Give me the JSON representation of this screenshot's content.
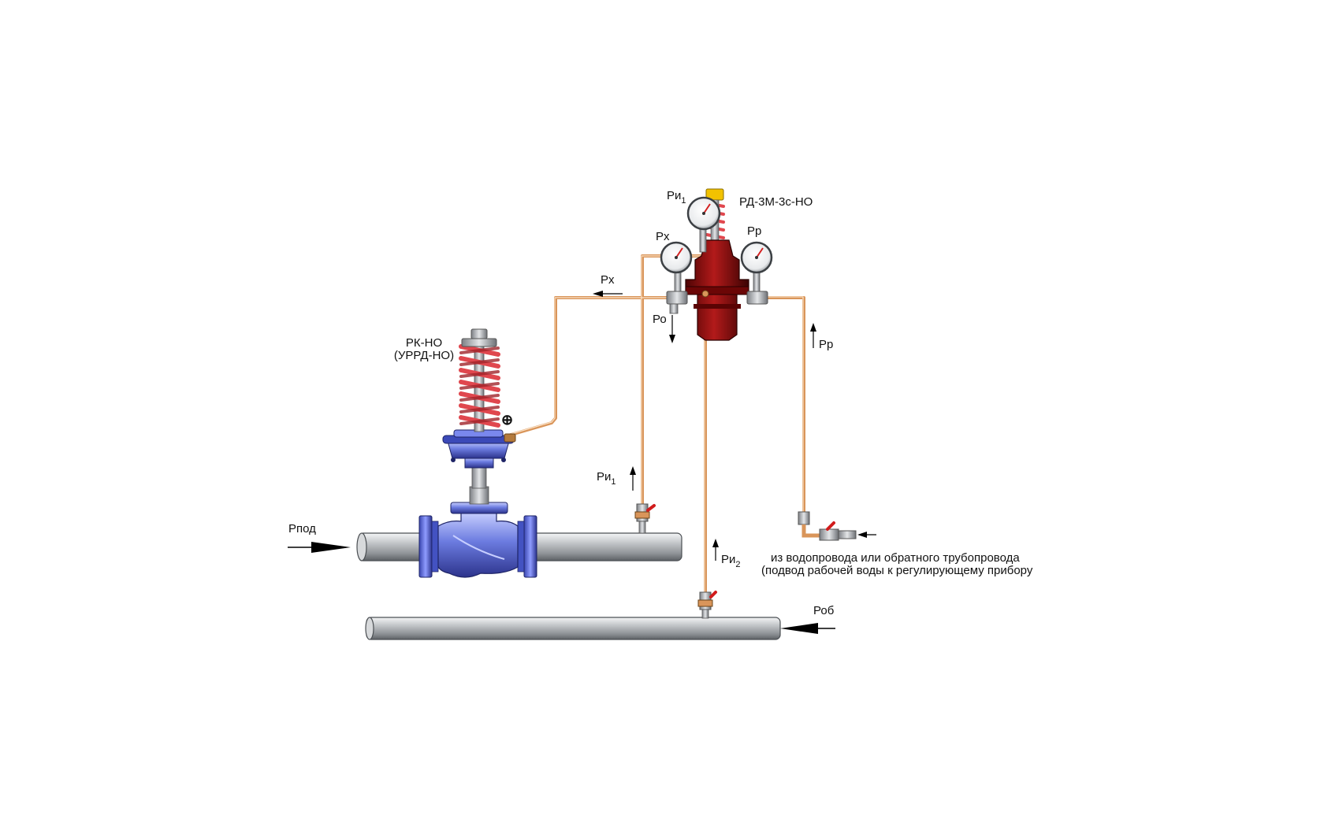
{
  "labels": {
    "regulator_name": "РД-3М-3с-НО",
    "valve_name_line1": "РК-НО",
    "valve_name_line2": "(УРРД-НО)",
    "p_impulse": "Ри",
    "sub_1": "1",
    "sub_2": "2",
    "p_x": "Рх",
    "p_r": "Рр",
    "p_o": "Ро",
    "p_pod": "Рпод",
    "p_ob": "Роб",
    "plus_sign": "⊕"
  },
  "note": {
    "line1": "из водопровода или обратного трубопровода",
    "line2": "(подвод рабочей воды к регулирующему прибору"
  },
  "colors": {
    "pipe": "#b9bcbf",
    "tube": "#e3a66d",
    "valve_body": "#5f6fd6",
    "spring": "#e0474e",
    "regulator": "#8e0b0b",
    "arrow": "#000000"
  }
}
